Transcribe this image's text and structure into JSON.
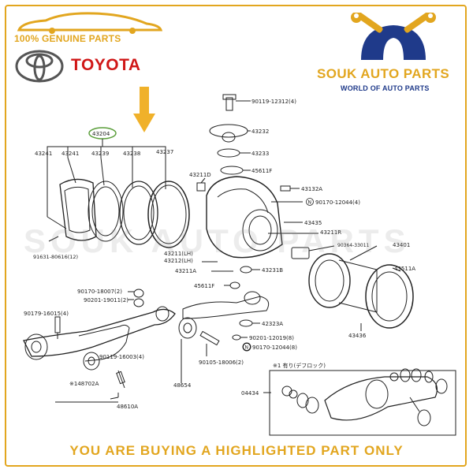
{
  "header": {
    "genuine_text": "100% GENUINE PARTS",
    "brand_logo_text": "TOYOTA"
  },
  "seller": {
    "name": "SOUK AUTO PARTS",
    "tagline": "WORLD OF AUTO PARTS"
  },
  "watermark": "SOUK AUTO PARTS",
  "footer": {
    "notice": "YOU ARE BUYING A HIGHLIGHTED PART ONLY"
  },
  "colors": {
    "accent": "#e2a61f",
    "brand_red": "#d01818",
    "brand_blue": "#1f3a8a",
    "highlight_circle": "#5a9e3a"
  },
  "diagram": {
    "highlighted_part": "43204",
    "labels": {
      "p90119_12312": "90119-12312(4)",
      "p43232": "43232",
      "p43233": "43233",
      "p45611F_a": "45611F",
      "p43211D": "43211D",
      "p43132A": "43132A",
      "p90170_12044_a": "90170-12044(4)",
      "p43435": "43435",
      "p43211R": "43211R",
      "p90364": "90364-33011",
      "p43401": "43401",
      "p43204": "43204",
      "p43241_a": "43241",
      "p43241_b": "43241",
      "p43239": "43239",
      "p43238": "43238",
      "p43237": "43237",
      "p43211LH": "43211(LH)",
      "p43212LH": "43212(LH)",
      "p43211A": "43211A",
      "p43231B": "43231B",
      "p43511A": "43511A",
      "p91631": "91631-80616(12)",
      "p90170_18007": "90170-18007(2)",
      "p90201_19011": "90201-19011(2)",
      "p90179_16015": "90179-16015(4)",
      "p45611F_b": "45611F",
      "p42323A": "42323A",
      "p90201_12019": "90201-12019(8)",
      "p90170_12044_b": "90170-12044(8)",
      "p43436": "43436",
      "p90119_16003": "90119-16003(4)",
      "p48702A": "※148702A",
      "p90105_18006": "90105-18006(2)",
      "p48654": "48654",
      "p48610A": "48610A",
      "p04434": "04434",
      "note1": "※1 有り(デフロック)",
      "mark_N": "N"
    }
  }
}
